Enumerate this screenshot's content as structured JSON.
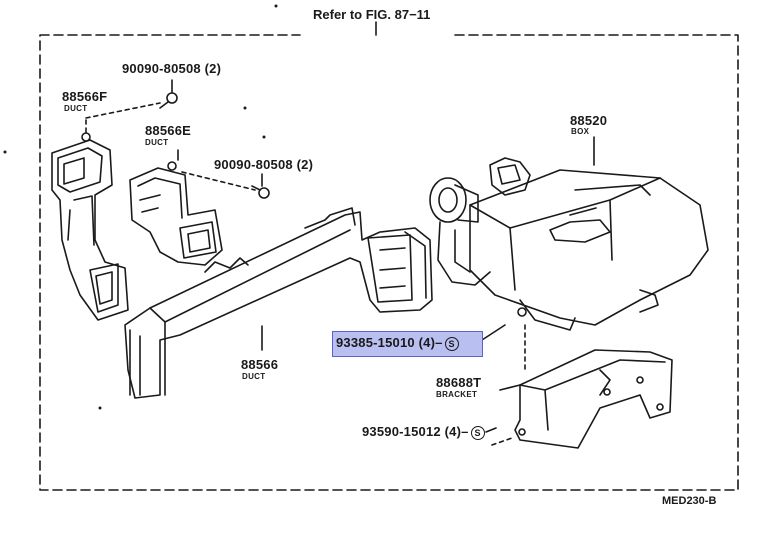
{
  "reference": "Refer to FIG. 87−11",
  "diagram_code": "MED230-B",
  "highlight_color": "#b9bff0",
  "parts": [
    {
      "number": "88566F",
      "name": "DUCT"
    },
    {
      "number": "88566E",
      "name": "DUCT"
    },
    {
      "number": "88566",
      "name": "DUCT"
    },
    {
      "number": "88520",
      "name": "BOX"
    },
    {
      "number": "88688T",
      "name": "BRACKET"
    }
  ],
  "fasteners": [
    {
      "label": "90090-80508 (2)"
    },
    {
      "label": "90090-80508 (2)"
    },
    {
      "label": "93385-15010 (4)–",
      "symbol": "S",
      "highlighted": true
    },
    {
      "label": "93590-15012 (4)–",
      "symbol": "S"
    }
  ]
}
